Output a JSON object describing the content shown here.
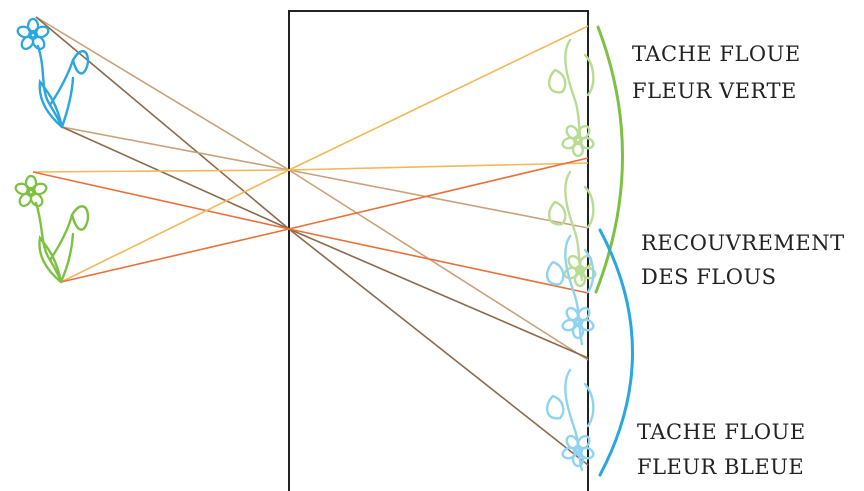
{
  "labels": {
    "green_blur_line1": "TACHE FLOUE",
    "green_blur_line2": "FLEUR VERTE",
    "overlap_line1": "RECOUVREMENT",
    "overlap_line2": "DES FLOUS",
    "blue_blur_line1": "TACHE FLOUE",
    "blue_blur_line2": "FLEUR BLEUE"
  },
  "colors": {
    "blue_flower": "#2aa6e0",
    "green_flower": "#7cc242",
    "light_green_image": "#b9dc95",
    "light_blue_image": "#8fd3f0",
    "ray_tan": "#c9a27a",
    "ray_brown": "#8a6a4a",
    "ray_yellow": "#f2b85a",
    "ray_orange": "#e8703a",
    "green_bracket": "#7cc242",
    "blue_bracket": "#2aa6e0",
    "box": "#222222"
  },
  "icons": {
    "blue_flower": "flower-icon",
    "green_flower": "flower-icon"
  }
}
